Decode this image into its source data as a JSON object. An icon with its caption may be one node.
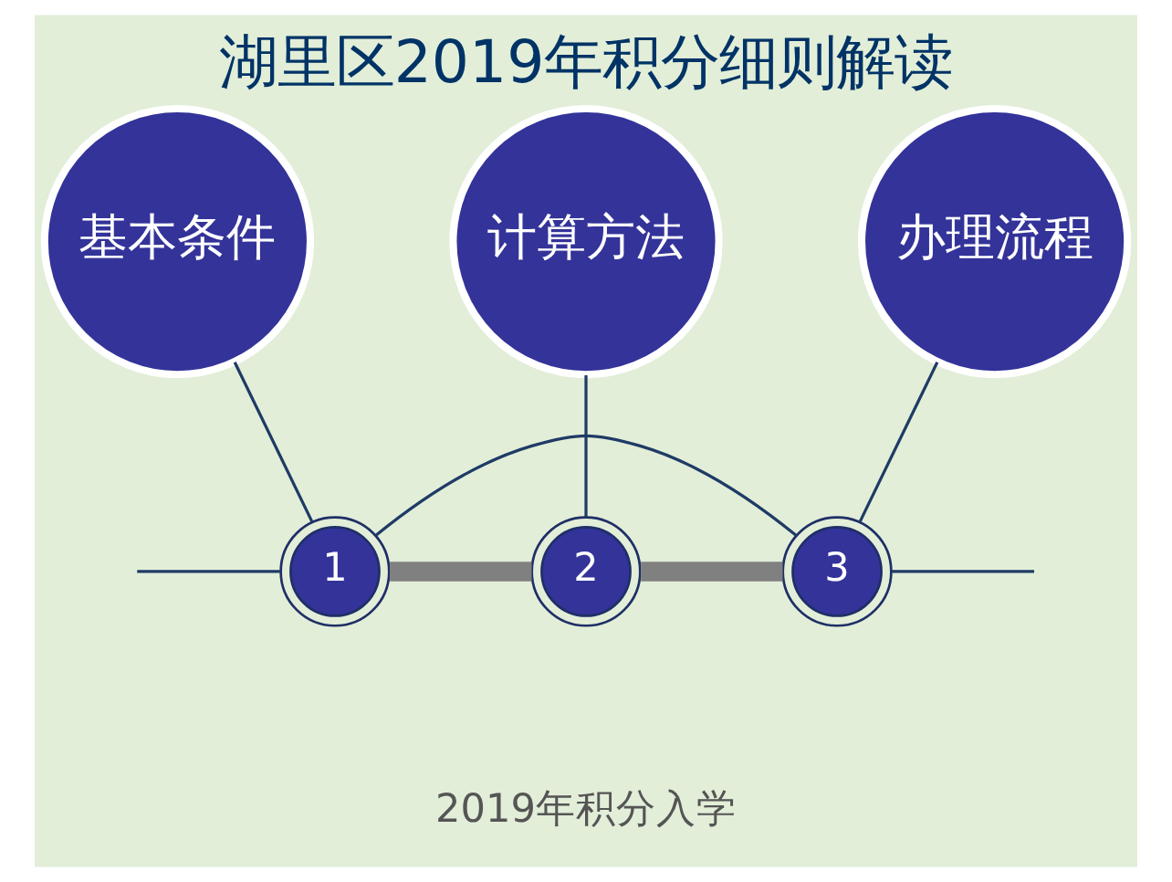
{
  "diagram": {
    "title": "湖里区2019年积分细则解读",
    "nodes": [
      {
        "text": [
          "基本条件"
        ]
      },
      {
        "text": [
          "计算方法"
        ]
      },
      {
        "text": [
          "办理流程"
        ]
      },
      {
        "text": [
          "1"
        ]
      },
      {
        "text": [
          "2"
        ]
      },
      {
        "text": [
          "3"
        ]
      }
    ],
    "edges": [
      {
        "from": 0,
        "to": 3,
        "arrow": "none"
      },
      {
        "from": 1,
        "to": 4,
        "arrow": "none"
      },
      {
        "from": 2,
        "to": 5,
        "arrow": "none"
      },
      {
        "from": null,
        "to": 3,
        "arrow": "none"
      },
      {
        "from": 3,
        "to": 5,
        "arrow": "none"
      },
      {
        "from": 5,
        "to": null,
        "arrow": "none"
      },
      {
        "from": 3,
        "to": 4,
        "arrow": "none",
        "style": "thick",
        "color": "#808080"
      },
      {
        "from": 4,
        "to": 5,
        "arrow": "none",
        "style": "thick",
        "color": "#808080"
      }
    ],
    "labels": [
      "2019年积分入学"
    ]
  }
}
